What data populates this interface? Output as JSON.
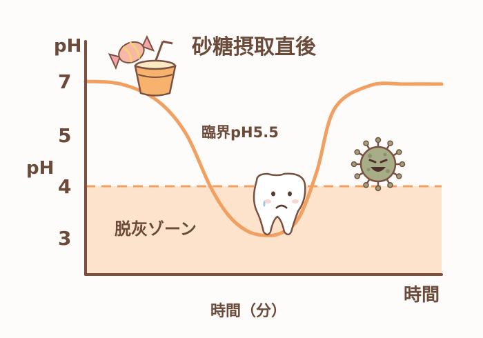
{
  "chart_data": {
    "type": "line",
    "title": "砂糖摂取直後",
    "ylabel_top": "pH",
    "ylabel_side": "pH",
    "xlabel_end": "時間",
    "xlabel": "時間（分）",
    "yticks": [
      {
        "value": 7,
        "label": "7"
      },
      {
        "value": 5,
        "label": "5"
      },
      {
        "value": 4,
        "label": "4"
      },
      {
        "value": 3,
        "label": "3"
      }
    ],
    "threshold": {
      "value": 4.0,
      "label": "臨界pH5.5"
    },
    "zone_label": "脱灰ゾーン",
    "series": [
      {
        "x": [
          0,
          10,
          20,
          28,
          35,
          40,
          45,
          50,
          55,
          60,
          65,
          70,
          80,
          90,
          100
        ],
        "y": [
          7.0,
          6.9,
          6.3,
          5.1,
          4.0,
          3.45,
          3.15,
          3.05,
          3.1,
          3.4,
          4.3,
          6.0,
          6.85,
          6.9,
          6.9
        ]
      }
    ],
    "colors": {
      "line": "#f1a062",
      "zone": "#fde2cc",
      "axis": "#7a5040",
      "text": "#6b4a3a"
    },
    "icons": [
      "candy-icon",
      "juice-cup-icon",
      "sad-tooth-icon",
      "bacteria-icon"
    ]
  }
}
